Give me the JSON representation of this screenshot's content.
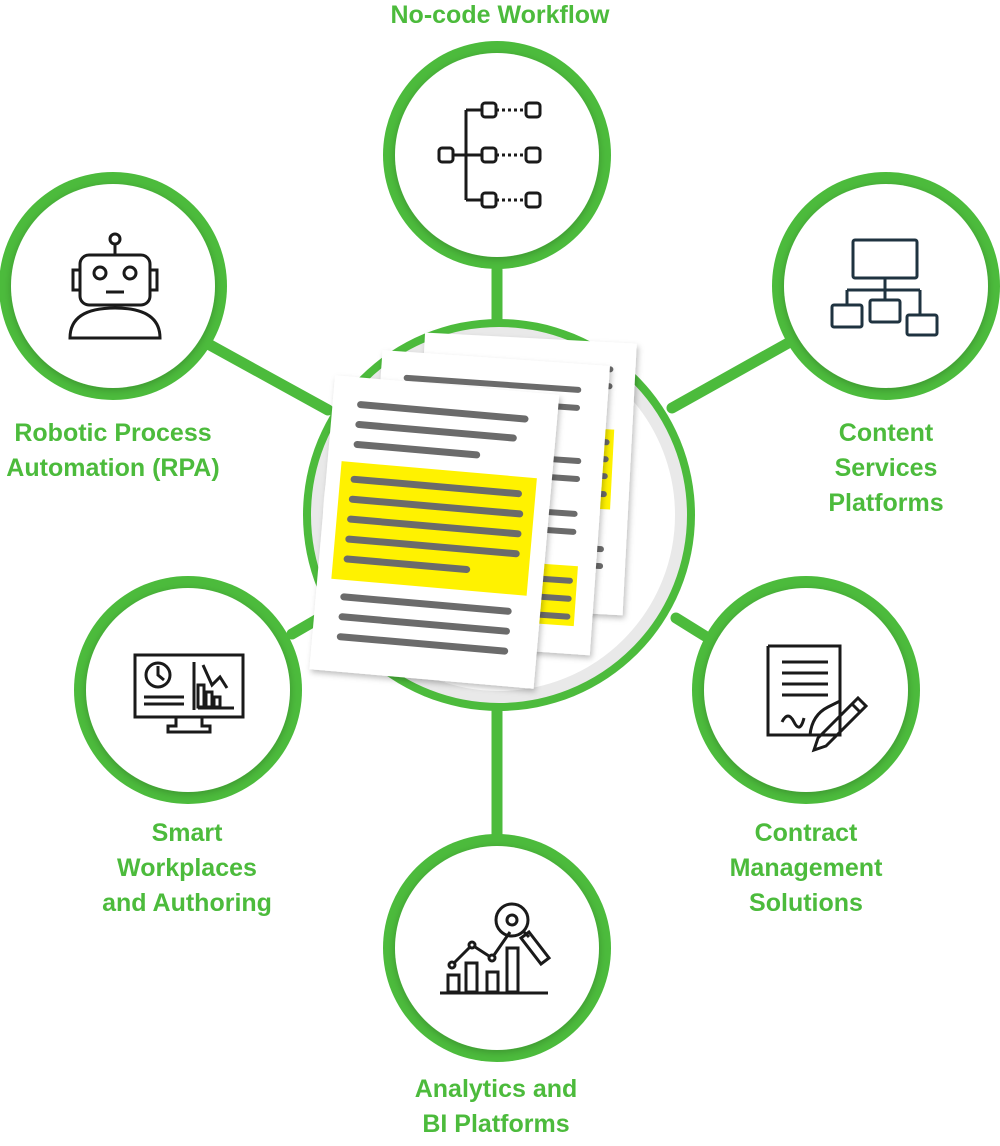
{
  "colors": {
    "accent": "#4cbb3c",
    "icon_stroke": "#1a1a1a",
    "icon_stroke_blue": "#1f3340",
    "highlight": "#fff200",
    "doc_line": "#6b6b6b"
  },
  "center": {
    "icon": "highlighted-documents-icon"
  },
  "nodes": [
    {
      "id": "workflow",
      "icon": "workflow-tree-icon",
      "label_lines": [
        "No-code Workflow"
      ]
    },
    {
      "id": "csp",
      "icon": "hierarchy-chart-icon",
      "label_lines": [
        "Content",
        "Services",
        "Platforms"
      ]
    },
    {
      "id": "clm",
      "icon": "contract-signing-icon",
      "label_lines": [
        "Contract",
        "Management",
        "Solutions"
      ]
    },
    {
      "id": "analytics",
      "icon": "analytics-chart-icon",
      "label_lines": [
        "Analytics and",
        "BI Platforms"
      ]
    },
    {
      "id": "workplace",
      "icon": "dashboard-monitor-icon",
      "label_lines": [
        "Smart",
        "Workplaces",
        "and Authoring"
      ]
    },
    {
      "id": "rpa",
      "icon": "robot-icon",
      "label_lines": [
        "Robotic Process",
        "Automation (RPA)"
      ]
    }
  ]
}
